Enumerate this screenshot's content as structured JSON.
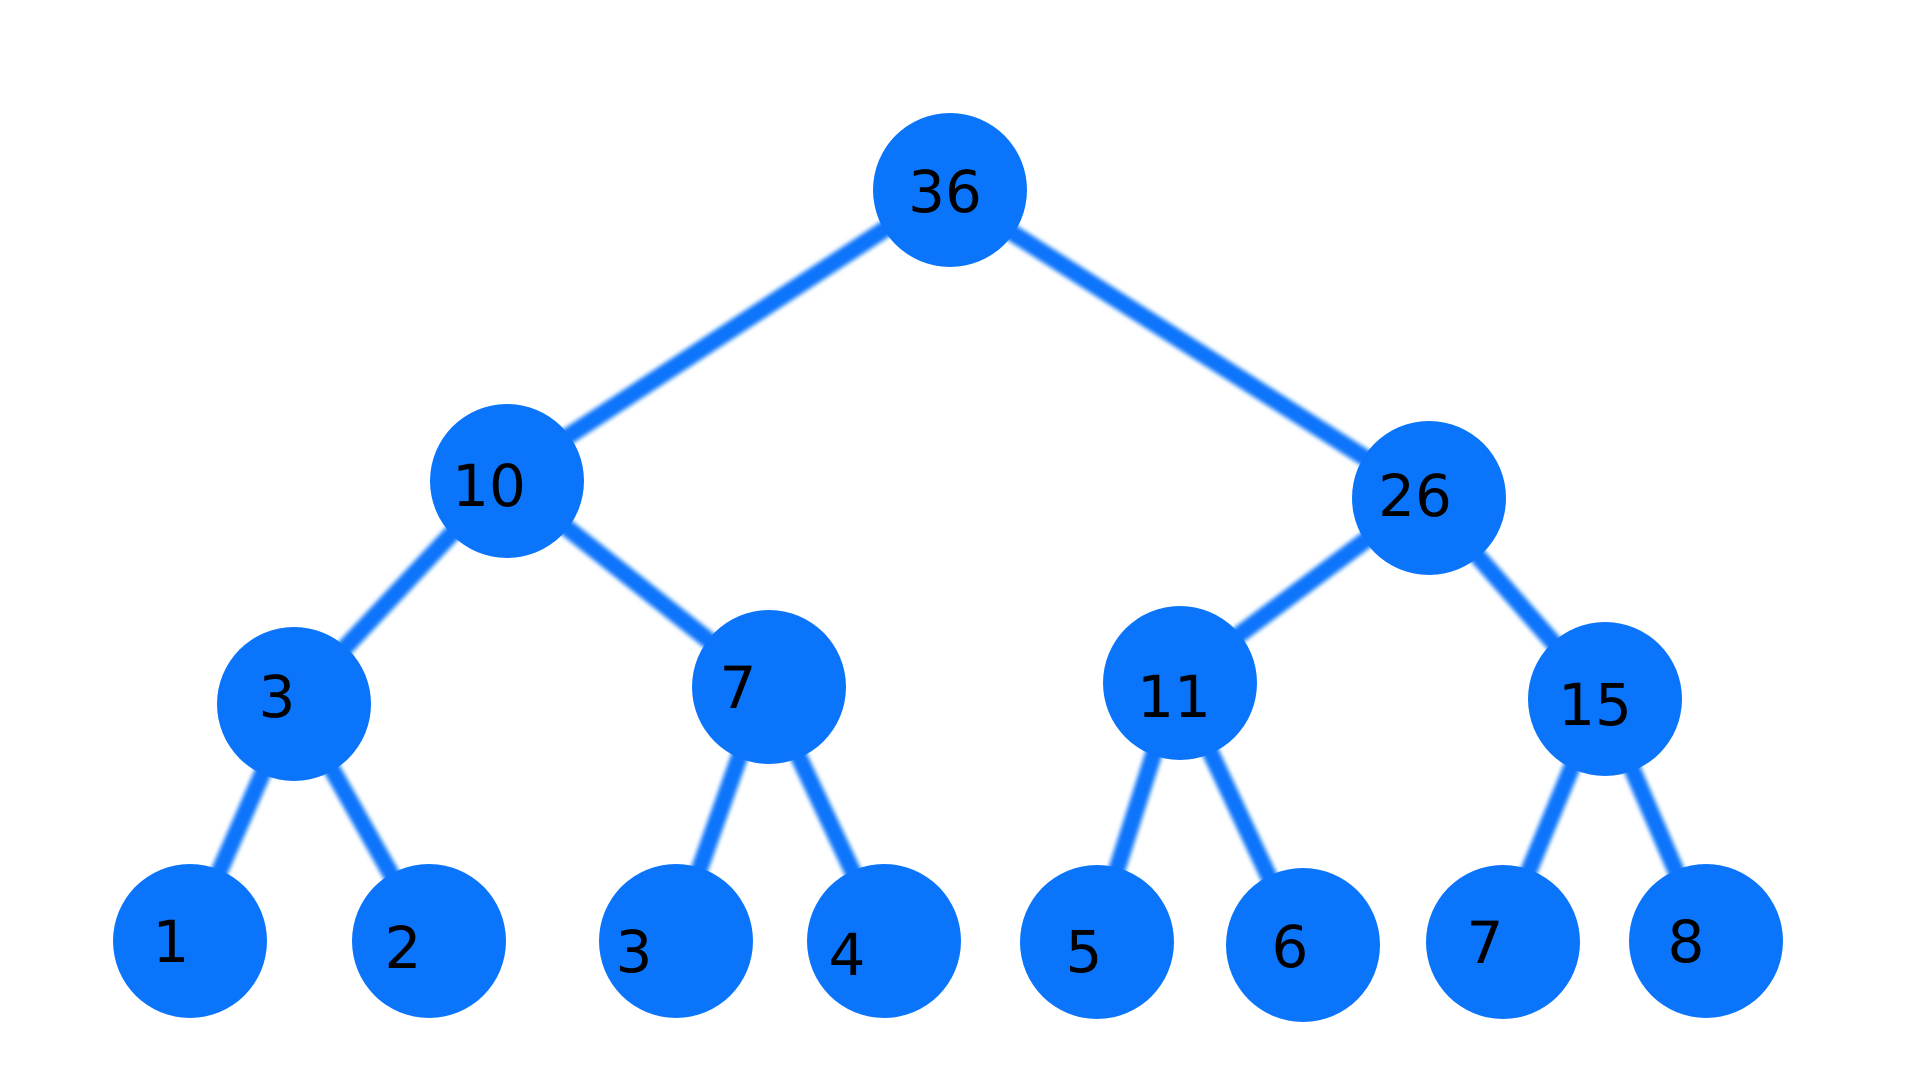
{
  "colors": {
    "background": "#ffffff",
    "node_fill": "#0a75fb",
    "edge": "#0a75fb",
    "label": "#000000"
  },
  "tree": {
    "root": {
      "label": "36"
    },
    "level1": [
      {
        "label": "10"
      },
      {
        "label": "26"
      }
    ],
    "level2": [
      {
        "label": "3"
      },
      {
        "label": "7"
      },
      {
        "label": "11"
      },
      {
        "label": "15"
      }
    ],
    "leaves": [
      {
        "label": "1"
      },
      {
        "label": "2"
      },
      {
        "label": "3"
      },
      {
        "label": "4"
      },
      {
        "label": "5"
      },
      {
        "label": "6"
      },
      {
        "label": "7"
      },
      {
        "label": "8"
      }
    ]
  }
}
